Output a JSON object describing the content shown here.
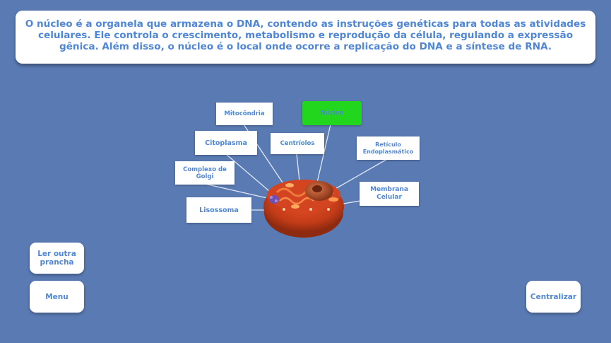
{
  "info_text": "O núcleo é a organela que armazena o DNA, contendo as instruções genéticas para todas as atividades celulares. Ele controla o crescimento, metabolismo e reprodução da célula, regulando a expressão gênica. Além disso, o núcleo é o local onde ocorre a replicação do DNA e a síntese de RNA.",
  "labels": {
    "mitocondria": "Mitocôndria",
    "nucleo": "Núcleo",
    "citoplasma": "Citoplasma",
    "centriolos": "Centríolos",
    "reticulo": "Retículo Endoplasmático",
    "complexo_golgi": "Complexo de Golgi",
    "membrana": "Membrana Celular",
    "lisossoma": "Lisossoma"
  },
  "active_label": "Núcleo",
  "buttons": {
    "ler_outra": "Ler outra prancha",
    "menu": "Menu",
    "centralizar": "Centralizar"
  },
  "colors": {
    "background": "#5a7ab3",
    "text_blue": "#4f86d8",
    "active_green": "#22d61e"
  }
}
